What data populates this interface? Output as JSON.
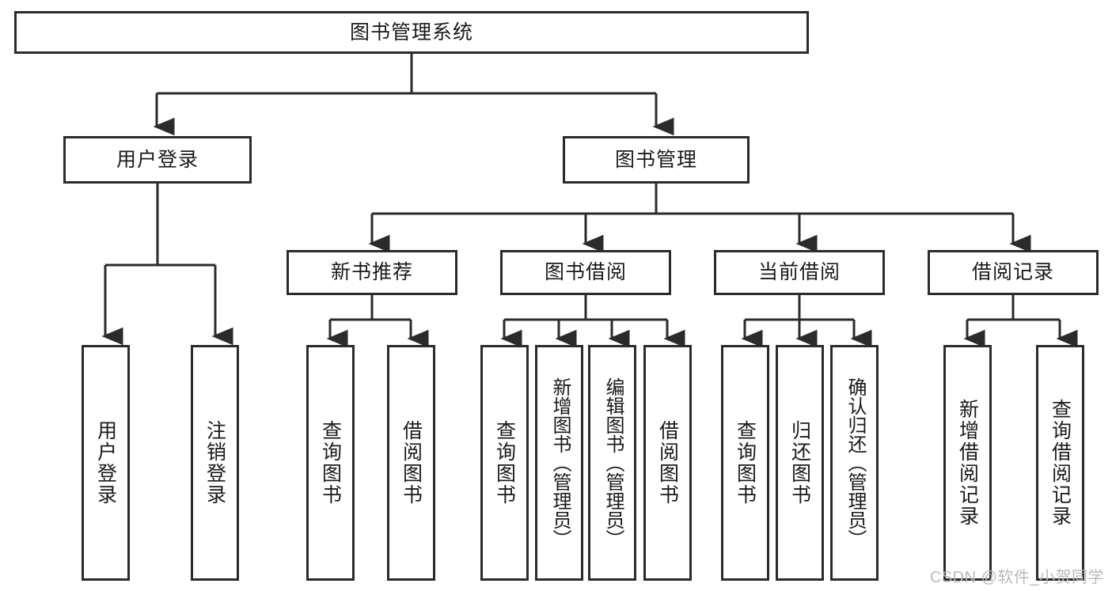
{
  "diagram": {
    "title": "图书管理系统",
    "watermark": "CSDN @软件_小贺同学",
    "type": "tree",
    "root": {
      "id": "root",
      "label": "图书管理系统"
    },
    "level2": [
      {
        "id": "user-login",
        "label": "用户登录"
      },
      {
        "id": "book-manage",
        "label": "图书管理"
      }
    ],
    "level3": [
      {
        "id": "new-book-recommend",
        "label": "新书推荐",
        "parent": "book-manage"
      },
      {
        "id": "book-borrow",
        "label": "图书借阅",
        "parent": "book-manage"
      },
      {
        "id": "current-borrow",
        "label": "当前借阅",
        "parent": "book-manage"
      },
      {
        "id": "borrow-record",
        "label": "借阅记录",
        "parent": "book-manage"
      }
    ],
    "leaves": {
      "user_login": [
        {
          "id": "leaf-user-login",
          "label": "用户登录"
        },
        {
          "id": "leaf-user-logout",
          "label": "注销登录"
        }
      ],
      "new_book_recommend": [
        {
          "id": "leaf-query-book-1",
          "label": "查询图书"
        },
        {
          "id": "leaf-borrow-book-1",
          "label": "借阅图书"
        }
      ],
      "book_borrow": [
        {
          "id": "leaf-query-book-2",
          "label": "查询图书"
        },
        {
          "id": "leaf-add-book",
          "label": "新增图书（管理员）"
        },
        {
          "id": "leaf-edit-book",
          "label": "编辑图书（管理员）"
        },
        {
          "id": "leaf-borrow-book-2",
          "label": "借阅图书"
        }
      ],
      "current_borrow": [
        {
          "id": "leaf-query-book-3",
          "label": "查询图书"
        },
        {
          "id": "leaf-return-book",
          "label": "归还图书"
        },
        {
          "id": "leaf-confirm-return",
          "label": "确认归还（管理员）"
        }
      ],
      "borrow_record": [
        {
          "id": "leaf-add-borrow-record",
          "label": "新增借阅记录"
        },
        {
          "id": "leaf-query-borrow-record",
          "label": "查询借阅记录"
        }
      ]
    },
    "colors": {
      "stroke": "#2b2b2b",
      "fill": "#ffffff",
      "text": "#1a1a1a",
      "watermark": "#b9b9b9"
    }
  }
}
